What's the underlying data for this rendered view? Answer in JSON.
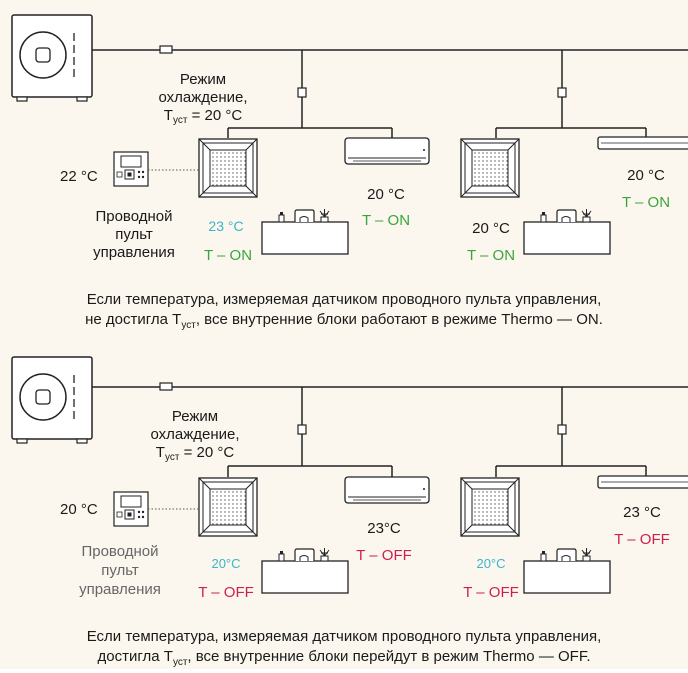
{
  "colors": {
    "background": "#fbf7ee",
    "line": "#222222",
    "teal": "#3ab5c9",
    "green": "#3aa63a",
    "red": "#cc1f4d",
    "grey_text": "#666666"
  },
  "panel_top": {
    "mode_line1": "Режим",
    "mode_line2": "охлаждение,",
    "mode_tset_T": "T",
    "mode_tset_sub": "уст",
    "mode_tset_rest": " = 20 °C",
    "remote_temp": "22 °C",
    "remote_label_1": "Проводной",
    "remote_label_2": "пульт",
    "remote_label_3": "управления",
    "cassette1_temp": "23 °C",
    "cassette1_state": "T – ON",
    "wall1_temp": "20 °C",
    "wall1_state": "T – ON",
    "cassette2_temp": "20 °C",
    "cassette2_state": "T – ON",
    "wall2_temp": "20 °C",
    "wall2_state": "T – ON",
    "caption_line1": "Если температура, измеряемая датчиком проводного пульта управления,",
    "caption_line2_a": "не достигла T",
    "caption_line2_sub": "уст",
    "caption_line2_b": ", все внутренние блоки работают в режиме Thermo — ON."
  },
  "panel_bottom": {
    "mode_line1": "Режим",
    "mode_line2": "охлаждение,",
    "mode_tset_T": "T",
    "mode_tset_sub": "уст",
    "mode_tset_rest": " = 20 °C",
    "remote_temp": "20 °C",
    "remote_label_1": "Проводной",
    "remote_label_2": "пульт",
    "remote_label_3": "управления",
    "cassette1_temp": "20°C",
    "cassette1_state": "T – OFF",
    "wall1_temp": "23°C",
    "wall1_state": "T – OFF",
    "cassette2_temp": "20°C",
    "cassette2_state": "T – OFF",
    "wall2_temp": "23 °C",
    "wall2_state": "T – OFF",
    "caption_line1": "Если температура, измеряемая датчиком проводного пульта управления,",
    "caption_line2_a": "достигла T",
    "caption_line2_sub": "уст",
    "caption_line2_b": ", все внутренние блоки перейдут в режим Thermo — OFF."
  }
}
